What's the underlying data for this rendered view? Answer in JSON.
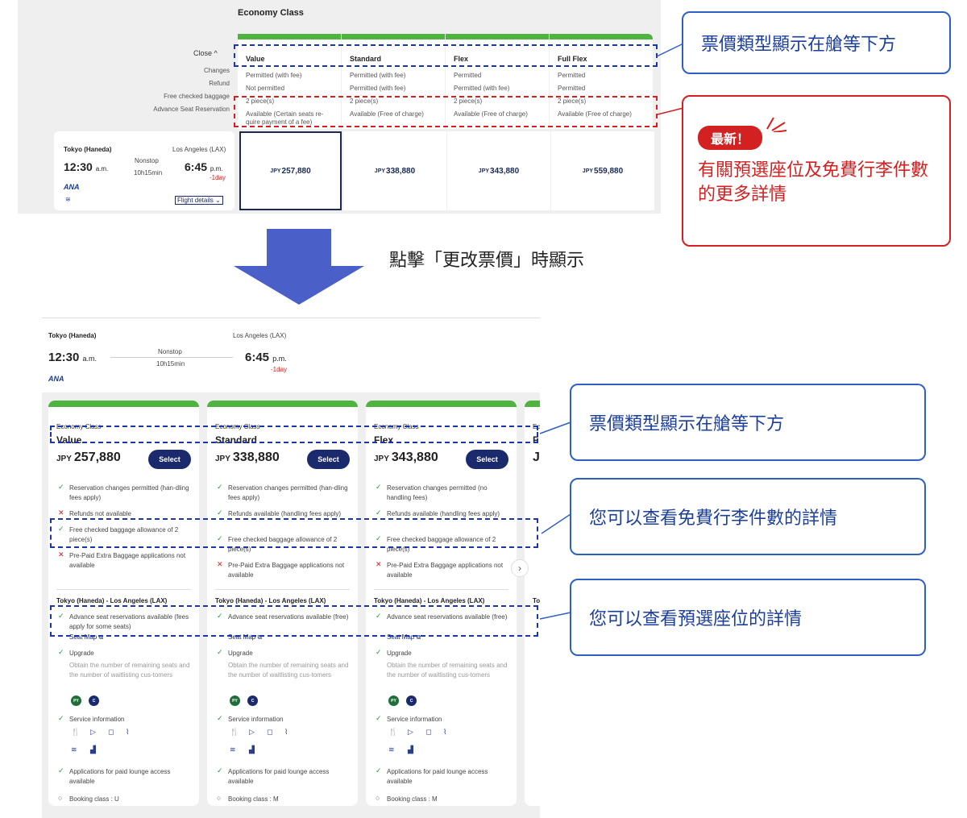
{
  "top": {
    "section_title": "Economy Class",
    "close_label": "Close ^",
    "row_labels": [
      "Changes",
      "Refund",
      "Free checked baggage",
      "Advance Seat Reservation"
    ],
    "fares": [
      {
        "name": "Value",
        "changes": "Permitted (with fee)",
        "refund": "Not permitted",
        "baggage": "2 piece(s)",
        "seat": "Available (Certain seats re-quire payment of a fee)",
        "price_cur": "JPY",
        "price": "257,880"
      },
      {
        "name": "Standard",
        "changes": "Permitted (with fee)",
        "refund": "Permitted (with fee)",
        "baggage": "2 piece(s)",
        "seat": "Available (Free of charge)",
        "price_cur": "JPY",
        "price": "338,880"
      },
      {
        "name": "Flex",
        "changes": "Permitted",
        "refund": "Permitted (with fee)",
        "baggage": "2 piece(s)",
        "seat": "Available (Free of charge)",
        "price_cur": "JPY",
        "price": "343,880"
      },
      {
        "name": "Full Flex",
        "changes": "Permitted",
        "refund": "Permitted",
        "baggage": "2 piece(s)",
        "seat": "Available (Free of charge)",
        "price_cur": "JPY",
        "price": "559,880"
      }
    ],
    "flight": {
      "origin": "Tokyo (Haneda)",
      "destination": "Los Angeles (LAX)",
      "dep_time": "12:30",
      "dep_ampm": "a.m.",
      "arr_time": "6:45",
      "arr_ampm": "p.m.",
      "stops": "Nonstop",
      "duration": "10h15min",
      "day_offset": "-1day",
      "airline": "ANA",
      "details_link": "Flight details"
    }
  },
  "arrow_caption": "點擊「更改票價」時顯示",
  "callouts": {
    "top_fare_type": "票價類型顯示在艙等下方",
    "new_badge": "最新！",
    "new_text": "有關預選座位及免費行李件數的更多詳情",
    "bottom_fare_type": "票價類型顯示在艙等下方",
    "baggage": "您可以查看免費行李件數的詳情",
    "seat": "您可以查看預選座位的詳情"
  },
  "bottom": {
    "flight": {
      "origin": "Tokyo (Haneda)",
      "destination": "Los Angeles (LAX)",
      "dep_time": "12:30",
      "dep_ampm": "a.m.",
      "arr_time": "6:45",
      "arr_ampm": "p.m.",
      "stops": "Nonstop",
      "duration": "10h15min",
      "day_offset": "-1day",
      "airline": "ANA"
    },
    "cards": [
      {
        "cls": "Economy Class",
        "fare": "Value",
        "cur": "JPY",
        "price": "257,880",
        "select": "Select",
        "changes": "Reservation changes permitted (han-dling fees apply)",
        "refund": "Refunds not available",
        "baggage": "Free checked baggage allowance of 2 piece(s)",
        "prepaid": "Pre-Paid Extra Baggage applications not available",
        "route": "Tokyo (Haneda)  -  Los Angeles (LAX)",
        "seat": "Advance seat reservations available (fees apply for some seats)",
        "seatmap": "Seat Map",
        "upgrade": "Upgrade",
        "upgrade_note": "Obtain the number of remaining seats and the number of waitlisting cus-tomers",
        "service": "Service information",
        "lounge": "Applications for paid lounge access available",
        "booking": "Booking class : U"
      },
      {
        "cls": "Economy Class",
        "fare": "Standard",
        "cur": "JPY",
        "price": "338,880",
        "select": "Select",
        "changes": "Reservation changes permitted (han-dling fees apply)",
        "refund": "Refunds available (handling fees apply)",
        "baggage": "Free checked baggage allowance of 2 piece(s)",
        "prepaid": "Pre-Paid Extra Baggage applications not available",
        "route": "Tokyo (Haneda)  -  Los Angeles (LAX)",
        "seat": "Advance seat reservations available (free)",
        "seatmap": "Seat Map",
        "upgrade": "Upgrade",
        "upgrade_note": "Obtain the number of remaining seats and the number of waitlisting cus-tomers",
        "service": "Service information",
        "lounge": "Applications for paid lounge access available",
        "booking": "Booking class : M"
      },
      {
        "cls": "Economy Class",
        "fare": "Flex",
        "cur": "JPY",
        "price": "343,880",
        "select": "Select",
        "changes": "Reservation changes permitted (no handling fees)",
        "refund": "Refunds available (handling fees apply)",
        "baggage": "Free checked baggage allowance of 2 piece(s)",
        "prepaid": "Pre-Paid Extra Baggage applications not available",
        "route": "Tokyo (Haneda)  -  Los Angeles (LAX)",
        "seat": "Advance seat reservations available (free)",
        "seatmap": "Seat Map",
        "upgrade": "Upgrade",
        "upgrade_note": "Obtain the number of remaining seats and the number of waitlisting cus-tomers",
        "service": "Service information",
        "lounge": "Applications for paid lounge access available",
        "booking": "Booking class : M"
      }
    ],
    "partial_card": {
      "cls": "Ec",
      "fare": "F",
      "cur": "J",
      "route": "To"
    },
    "badges": [
      "PY",
      "C"
    ],
    "colors": {
      "brand_green": "#4fb33f",
      "navy": "#1a2a6c",
      "callout_blue": "#2e60c4",
      "alert_red": "#d32020",
      "arrow_blue": "#4a5fc8"
    }
  }
}
